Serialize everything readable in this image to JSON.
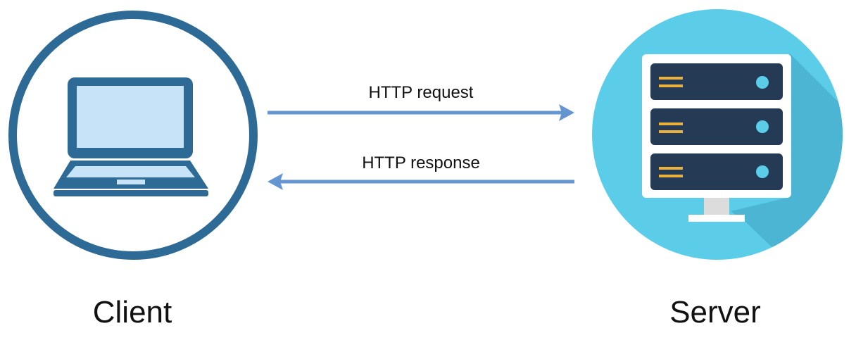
{
  "diagram": {
    "client": {
      "label": "Client",
      "icon": "laptop-icon"
    },
    "server": {
      "label": "Server",
      "icon": "server-rack-icon"
    },
    "request": {
      "label": "HTTP request",
      "direction": "client-to-server"
    },
    "response": {
      "label": "HTTP response",
      "direction": "server-to-client"
    }
  },
  "colors": {
    "client_ring": "#2e6a96",
    "laptop_body": "#2e6a96",
    "laptop_screen": "#c6e3f7",
    "arrow": "#6496d2",
    "server_circle": "#5bcde8",
    "server_shadow": "#4bb5d3",
    "server_frame": "#ffffff",
    "server_unit": "#253b55",
    "server_led": "#5bcde8",
    "server_slot": "#e9b23c",
    "server_stand": "#dcdcdc"
  }
}
